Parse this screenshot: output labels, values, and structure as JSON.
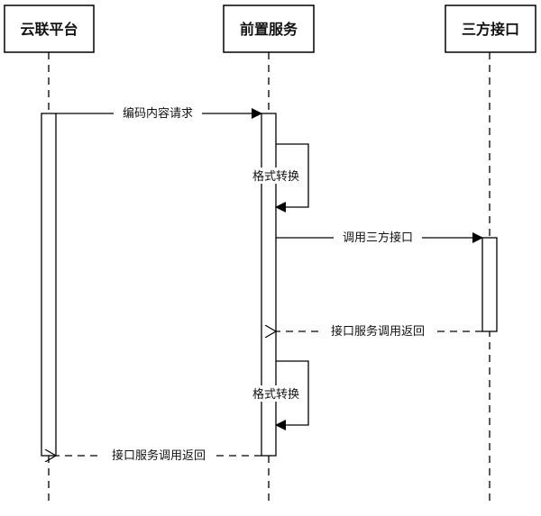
{
  "participants": [
    {
      "name": "云联平台"
    },
    {
      "name": "前置服务"
    },
    {
      "name": "三方接口"
    }
  ],
  "messages": [
    {
      "label": "编码内容请求",
      "style": "solid"
    },
    {
      "label": "格式转换",
      "style": "self"
    },
    {
      "label": "调用三方接口",
      "style": "solid"
    },
    {
      "label": "接口服务调用返回",
      "style": "dashed"
    },
    {
      "label": "格式转换",
      "style": "self"
    },
    {
      "label": "接口服务调用返回",
      "style": "dashed"
    }
  ],
  "colors": {
    "line": "#000000",
    "text": "#111111",
    "background": "#ffffff"
  }
}
